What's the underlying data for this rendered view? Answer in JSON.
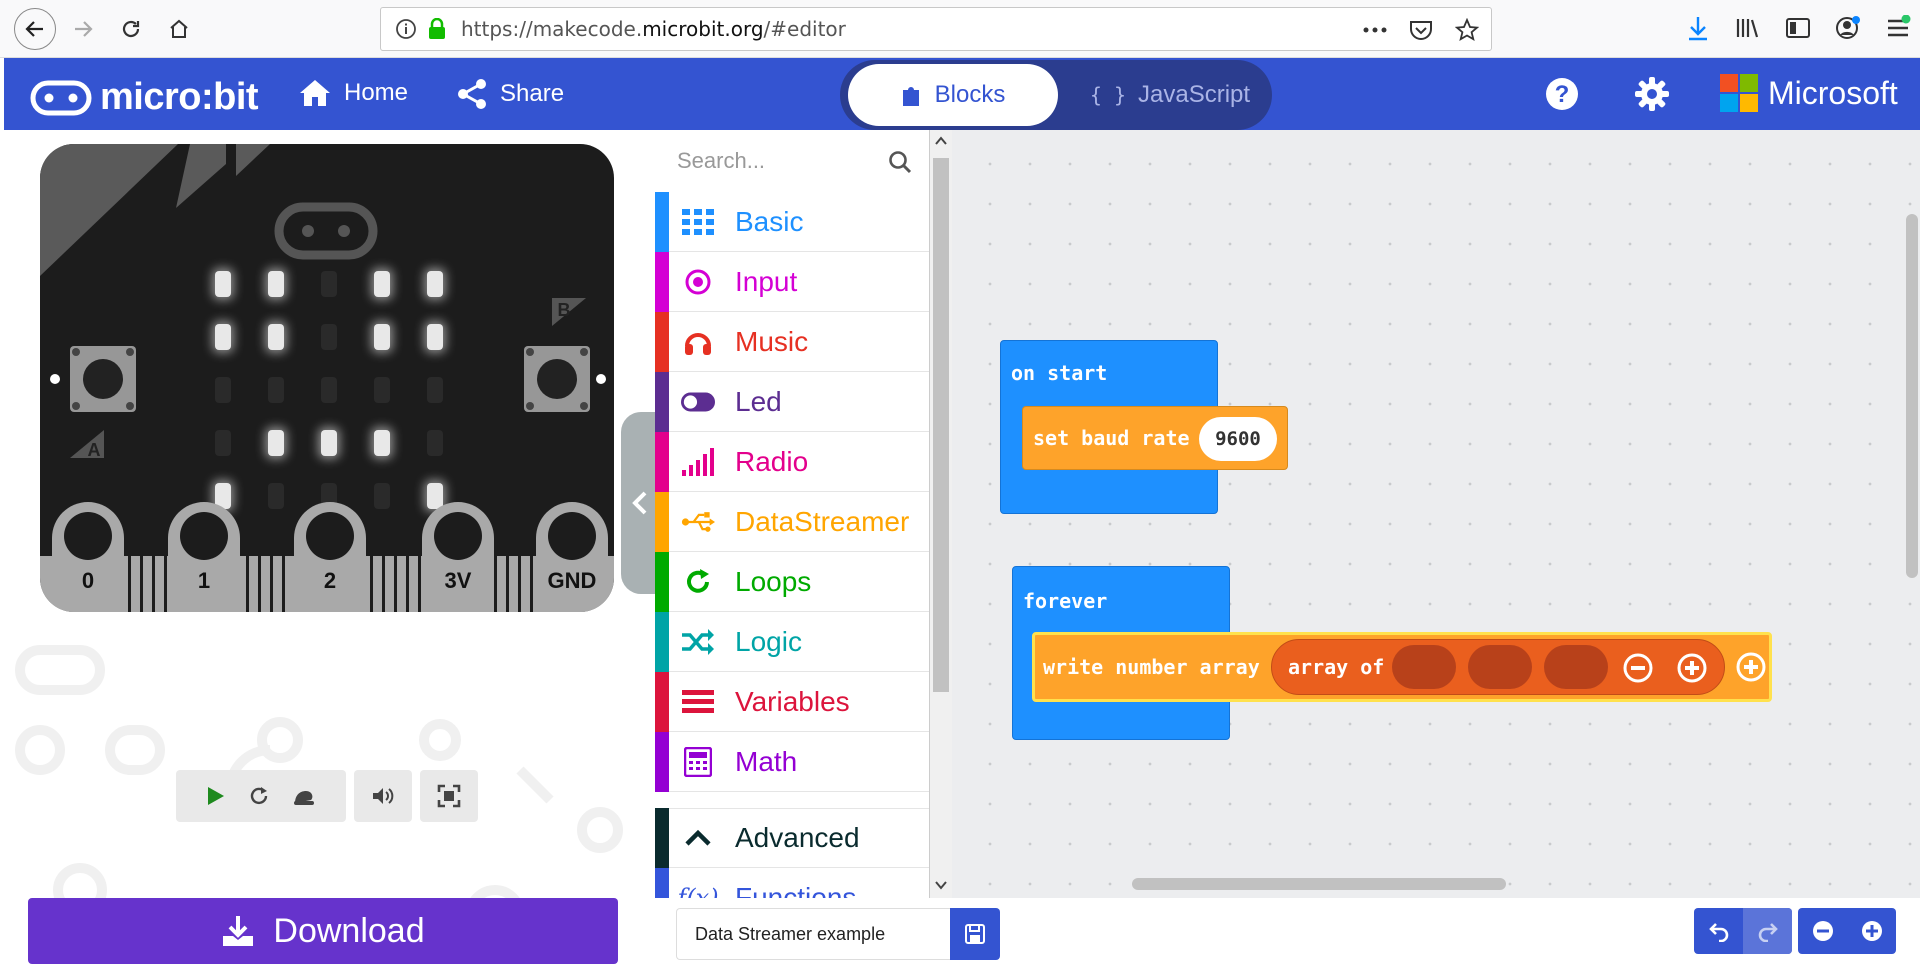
{
  "browser": {
    "url_prefix": "https://makecode.",
    "url_domain": "microbit.org",
    "url_suffix": "/#editor"
  },
  "header": {
    "logo_text": "micro:bit",
    "home_label": "Home",
    "share_label": "Share",
    "blocks_label": "Blocks",
    "javascript_label": "JavaScript",
    "microsoft_label": "Microsoft",
    "accent": "#3454d1"
  },
  "simulator": {
    "pins": [
      "0",
      "1",
      "2",
      "3V",
      "GND"
    ],
    "button_a": "A",
    "button_b": "B"
  },
  "toolbox": {
    "search_placeholder": "Search...",
    "categories": [
      {
        "label": "Basic",
        "color": "#1e90ff",
        "icon": "grid-icon"
      },
      {
        "label": "Input",
        "color": "#d400d4",
        "icon": "target-icon"
      },
      {
        "label": "Music",
        "color": "#e63022",
        "icon": "headphones-icon"
      },
      {
        "label": "Led",
        "color": "#5c2d91",
        "icon": "toggle-icon"
      },
      {
        "label": "Radio",
        "color": "#e3008c",
        "icon": "signal-icon"
      },
      {
        "label": "DataStreamer",
        "color": "#ffa500",
        "icon": "usb-icon"
      },
      {
        "label": "Loops",
        "color": "#00aa00",
        "icon": "refresh-icon"
      },
      {
        "label": "Logic",
        "color": "#00a4a6",
        "icon": "shuffle-icon"
      },
      {
        "label": "Variables",
        "color": "#dc143c",
        "icon": "lines-icon"
      },
      {
        "label": "Math",
        "color": "#9400d3",
        "icon": "calculator-icon"
      },
      {
        "label": "Advanced",
        "color": "#0a2b2e",
        "icon": "chevron-up-icon"
      },
      {
        "label": "Functions",
        "color": "#3455db",
        "icon": "function-icon"
      }
    ]
  },
  "workspace": {
    "on_start_label": "on start",
    "set_baud_label": "set baud rate",
    "baud_value": "9600",
    "forever_label": "forever",
    "write_array_label": "write number array",
    "array_of_label": "array of"
  },
  "footer": {
    "download_label": "Download",
    "project_name": "Data Streamer example"
  }
}
